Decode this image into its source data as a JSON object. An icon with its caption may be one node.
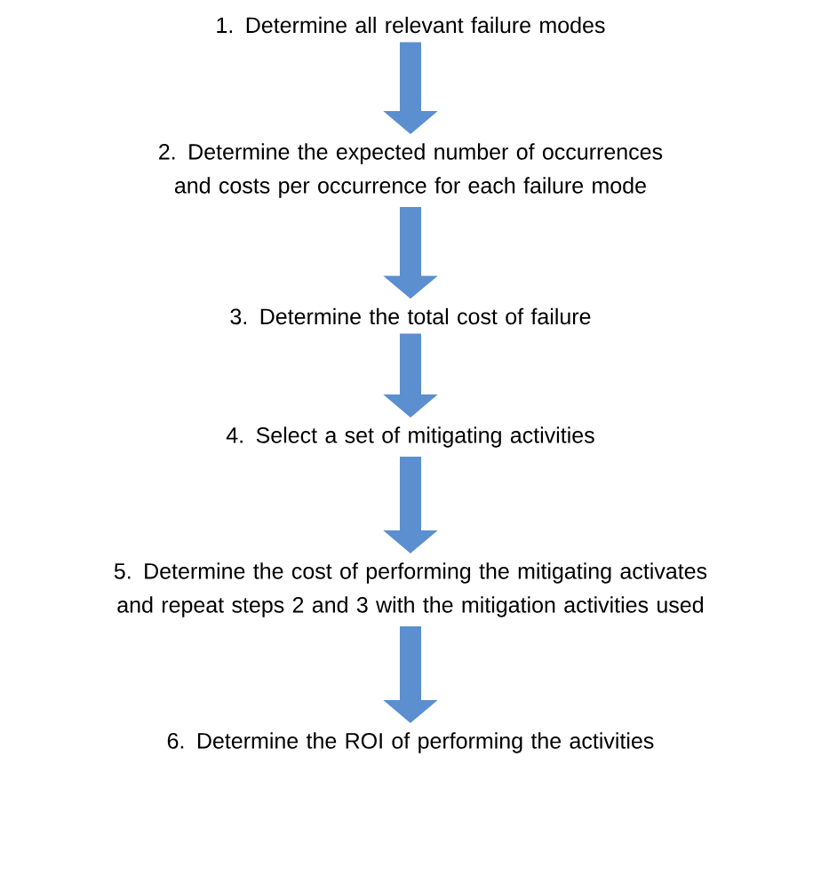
{
  "diagram": {
    "nodes": [
      {
        "text": [
          "1. Determine all relevant failure modes"
        ]
      },
      {
        "text": [
          "2. Determine the expected number of occurrences and costs per occurrence for each failure mode"
        ]
      },
      {
        "text": [
          "3. Determine the total cost of failure"
        ]
      },
      {
        "text": [
          "4. Select a set of mitigating activities"
        ]
      },
      {
        "text": [
          "5. Determine the cost of performing the mitigating activates and repeat steps 2 and 3 with the mitigation activities used"
        ]
      },
      {
        "text": [
          "6. Determine the ROI of performing the activities"
        ]
      }
    ],
    "edges": [
      {
        "from": 0,
        "to": 1,
        "arrow": "to"
      },
      {
        "from": 1,
        "to": 2,
        "arrow": "to"
      },
      {
        "from": 2,
        "to": 3,
        "arrow": "to"
      },
      {
        "from": 3,
        "to": 4,
        "arrow": "to"
      },
      {
        "from": 4,
        "to": 5,
        "arrow": "to"
      }
    ]
  }
}
